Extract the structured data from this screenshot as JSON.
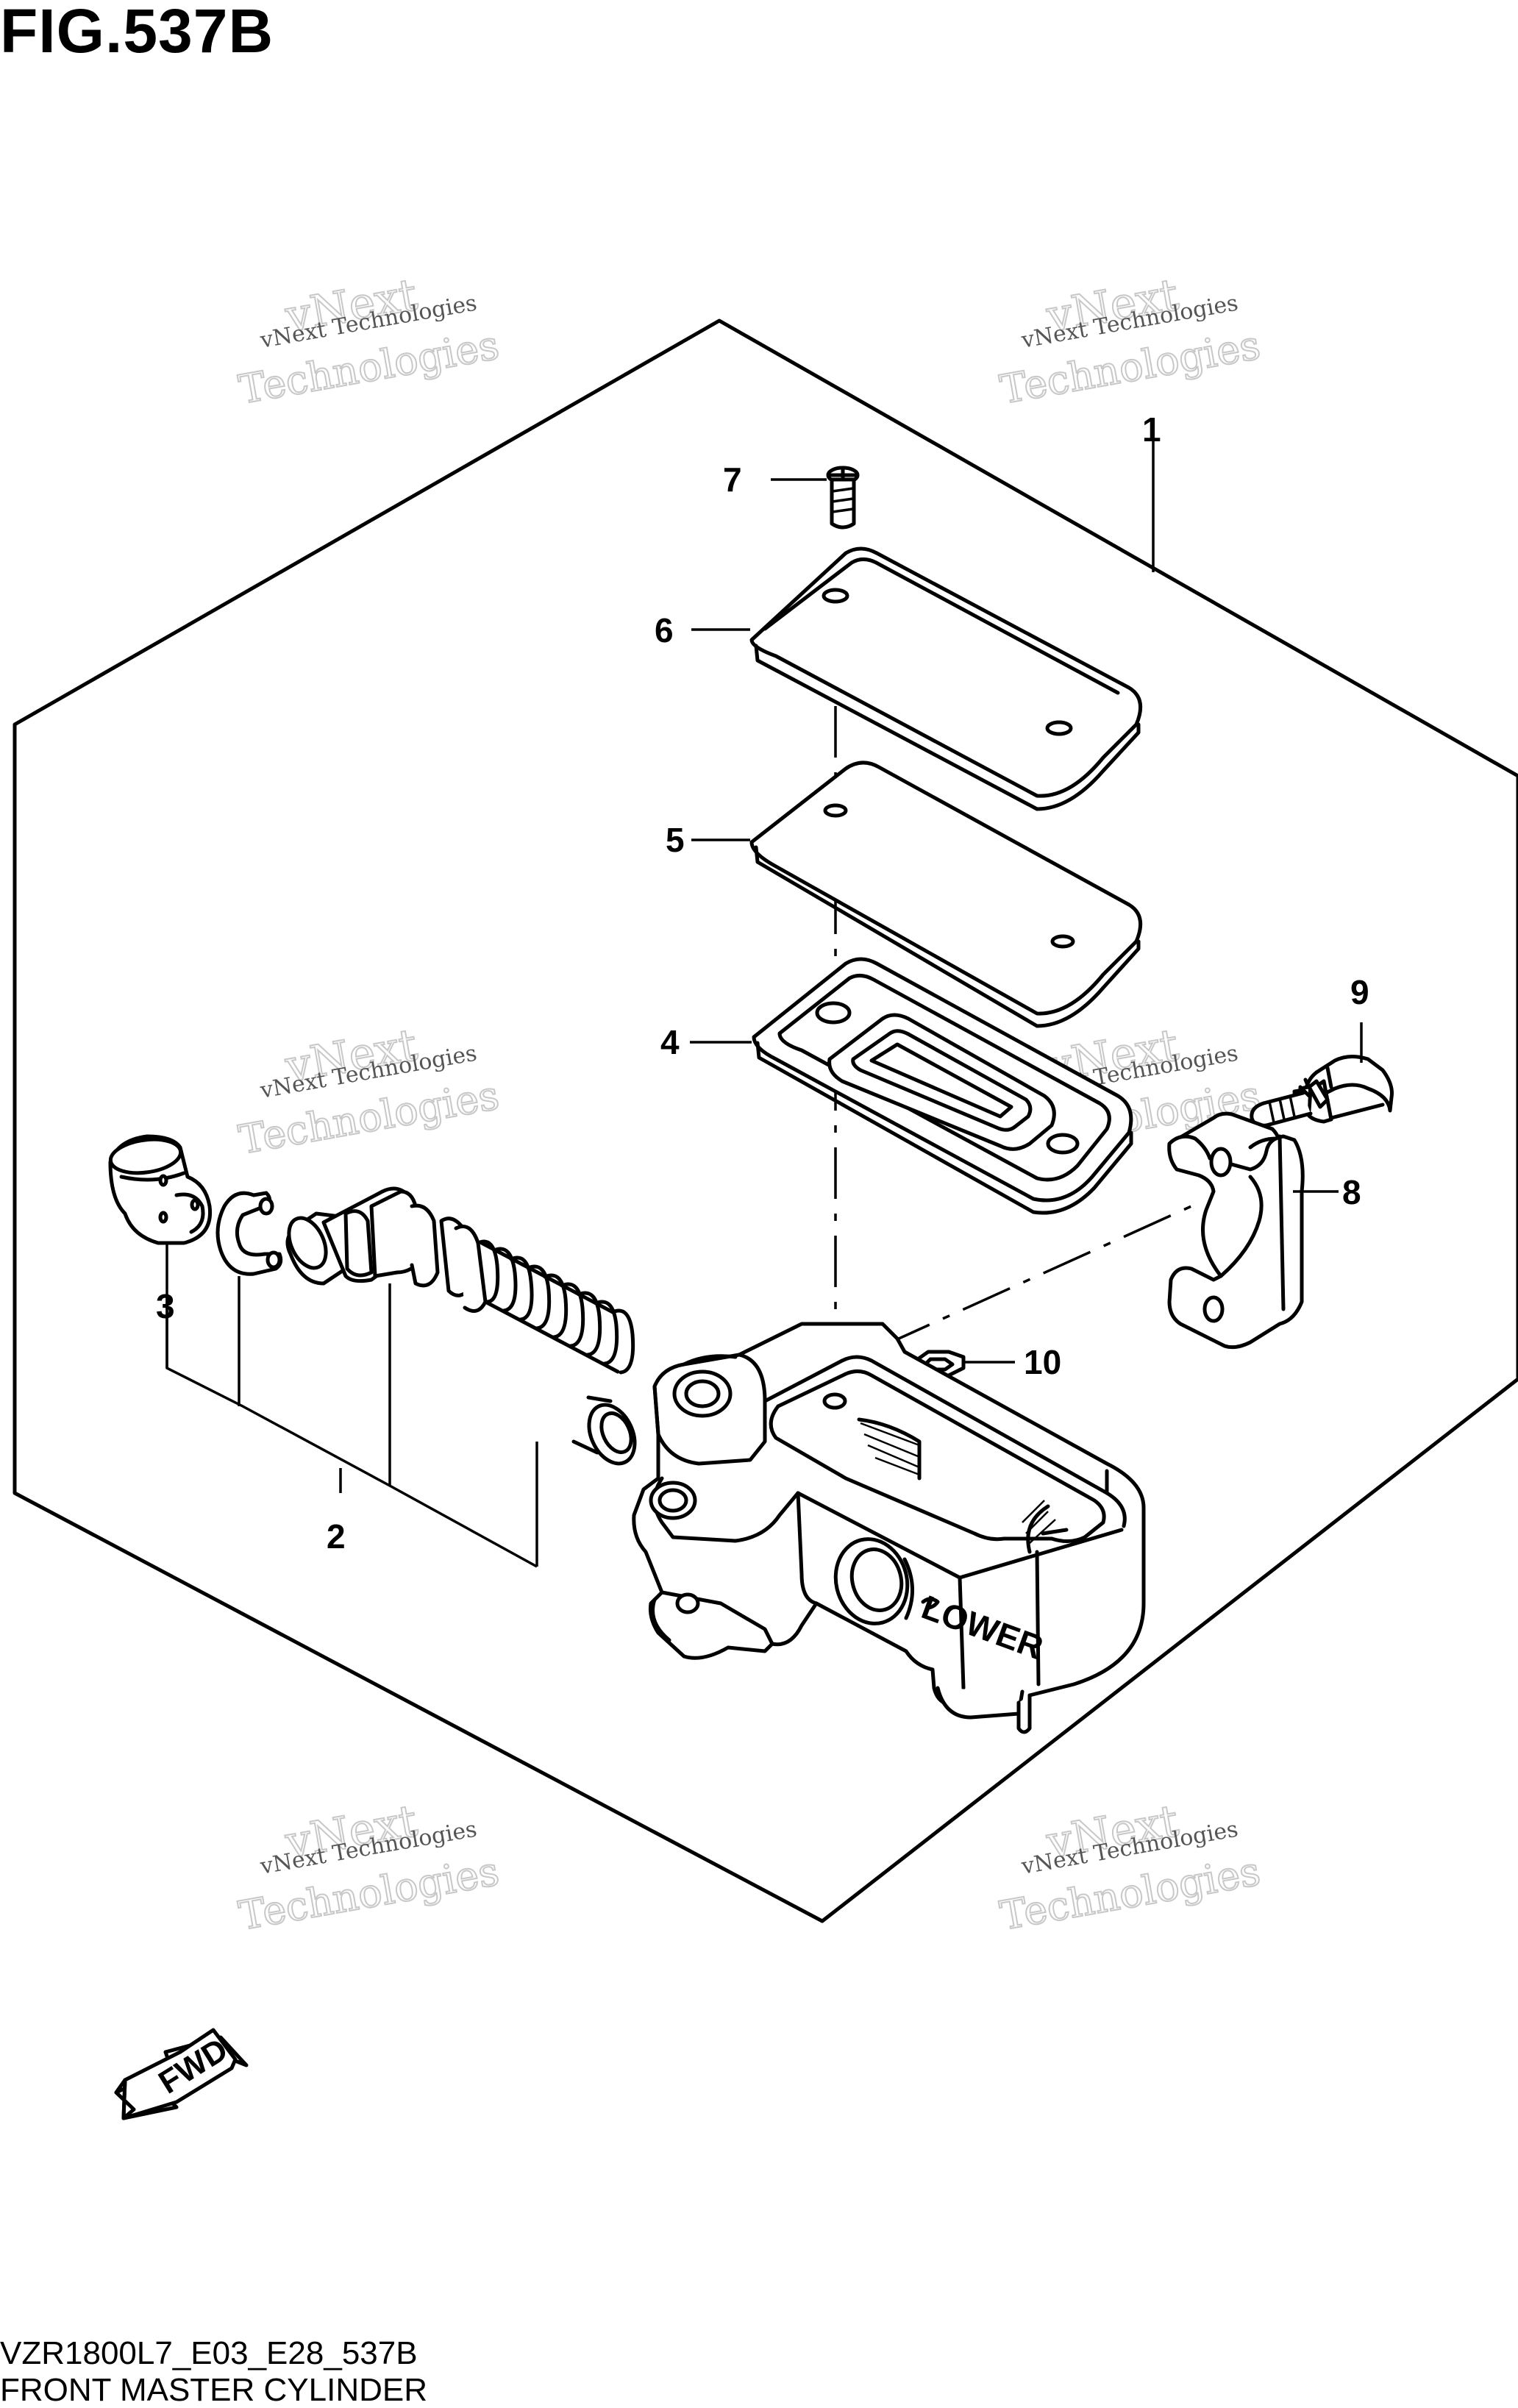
{
  "figure": {
    "title": "FIG.537B",
    "model_code": "VZR1800L7_E03_E28_537B",
    "name": "FRONT MASTER CYLINDER"
  },
  "callouts": {
    "c1": "1",
    "c2": "2",
    "c3": "3",
    "c4": "4",
    "c5": "5",
    "c6": "6",
    "c7": "7",
    "c8": "8",
    "c9": "9",
    "c10": "10"
  },
  "watermark": {
    "line1": "vNext Technologies",
    "big_top": "vNext",
    "big_bottom": "Technologies"
  },
  "fwd_arrow": {
    "label": "FWD"
  },
  "body_marking": {
    "label": "LOWER"
  },
  "colors": {
    "ink": "#000000",
    "paper": "#ffffff",
    "watermark": "#c8c8c8"
  }
}
